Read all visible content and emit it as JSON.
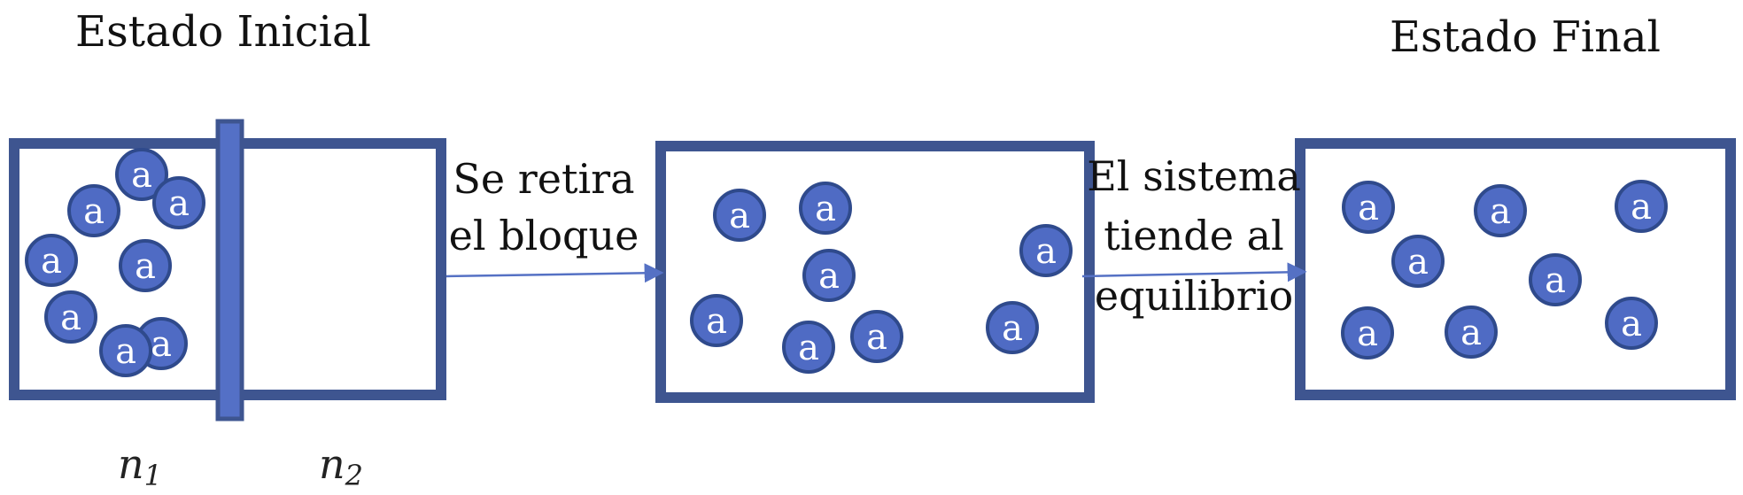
{
  "titles": {
    "initial": "Estado Inicial",
    "final": "Estado Final"
  },
  "captions": {
    "remove_block": [
      "Se retira",
      "el bloque"
    ],
    "tends_equilibrium": [
      "El sistema",
      "tiende al",
      "equilibrio"
    ]
  },
  "labels": {
    "n1": {
      "base": "n",
      "sub": "1"
    },
    "n2": {
      "base": "n",
      "sub": "2"
    }
  },
  "particle_letter": "a",
  "colors": {
    "box_border": "#3e5590",
    "partition_fill": "#5470c6",
    "particle_fill": "#4f6bc4",
    "particle_border": "#2f4a8c",
    "arrow": "#5571c4"
  }
}
